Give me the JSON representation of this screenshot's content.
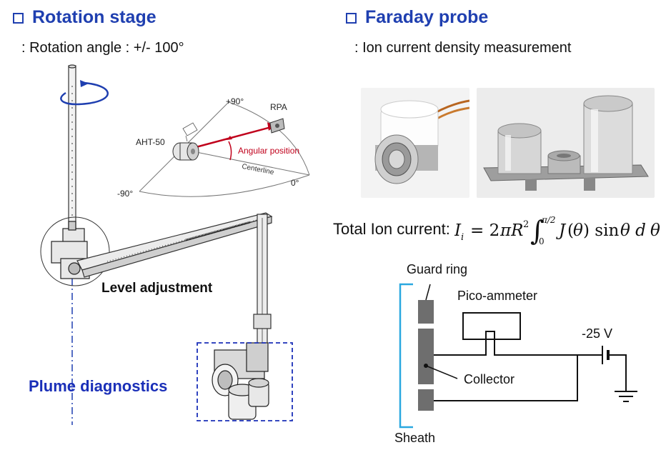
{
  "left": {
    "heading": "Rotation stage",
    "subtitle": ": Rotation angle : +/- 100°",
    "level_adjustment": "Level adjustment",
    "plume_diagnostics": "Plume diagnostics",
    "inset": {
      "plus90": "+90°",
      "rpa": "RPA",
      "aht50": "AHT-50",
      "angular_position": "Angular position",
      "centerline": "Centerline",
      "zero": "0°",
      "minus90": "-90°"
    }
  },
  "right": {
    "heading": "Faraday probe",
    "subtitle": ": Ion current density measurement",
    "equation_label": "Total Ion current:",
    "equation": "I_i = 2πR² ∫₀^{π/2} J(θ) sin θ dθ",
    "circuit": {
      "guard_ring": "Guard ring",
      "pico_ammeter": "Pico-ammeter",
      "voltage": "-25 V",
      "collector": "Collector",
      "sheath": "Sheath"
    }
  },
  "colors": {
    "heading": "#1f3fb0",
    "plume_label": "#1a2fb8",
    "sheath_line": "#2aa8e0",
    "arrow_red": "#c0001b",
    "dashed_box": "#1a2fb8"
  }
}
